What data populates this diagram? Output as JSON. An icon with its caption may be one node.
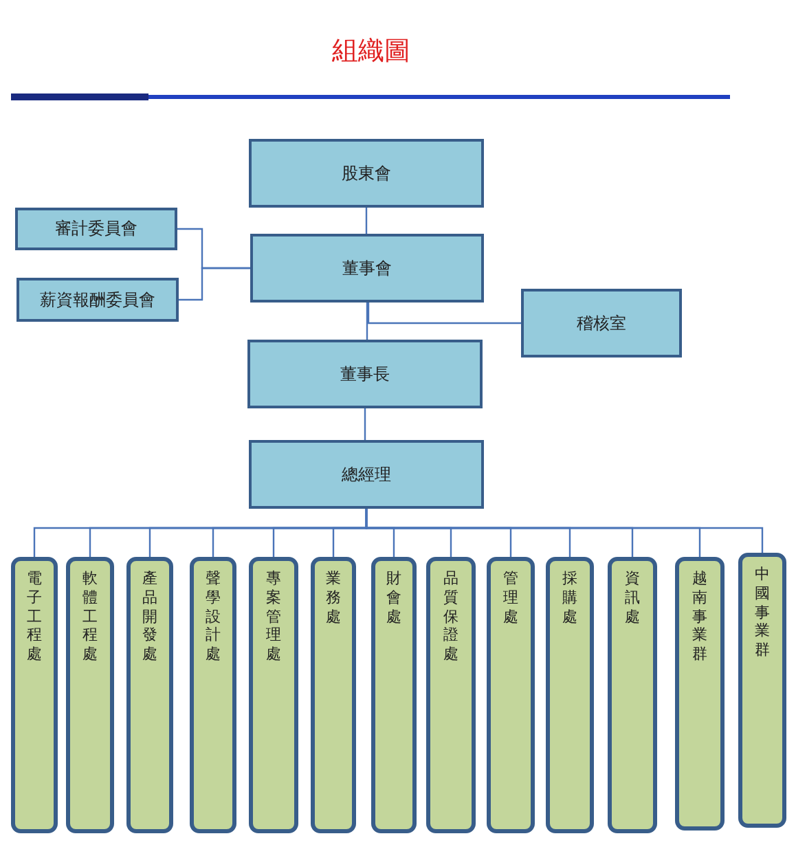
{
  "diagram": {
    "title": "組織圖",
    "nodes": [
      {
        "text": [
          "股東會"
        ]
      },
      {
        "text": [
          "審計委員會"
        ]
      },
      {
        "text": [
          "薪資報酬委員會"
        ]
      },
      {
        "text": [
          "董事會"
        ]
      },
      {
        "text": [
          "稽核室"
        ]
      },
      {
        "text": [
          "董事長"
        ]
      },
      {
        "text": [
          "總經理"
        ]
      },
      {
        "text": [
          "電子工程處"
        ]
      },
      {
        "text": [
          "軟體工程處"
        ]
      },
      {
        "text": [
          "產品開發處"
        ]
      },
      {
        "text": [
          "聲學設計處"
        ]
      },
      {
        "text": [
          "專案管理處"
        ]
      },
      {
        "text": [
          "業務處"
        ]
      },
      {
        "text": [
          "財會處"
        ]
      },
      {
        "text": [
          "品質保證處"
        ]
      },
      {
        "text": [
          "管理處"
        ]
      },
      {
        "text": [
          "採購處"
        ]
      },
      {
        "text": [
          "資訊處"
        ]
      },
      {
        "text": [
          "越南事業群"
        ]
      },
      {
        "text": [
          "中國事業群"
        ]
      }
    ],
    "edges": [
      {
        "from": 0,
        "to": 3,
        "arrow": "none"
      },
      {
        "from": 1,
        "to": 3,
        "arrow": "none"
      },
      {
        "from": 2,
        "to": 3,
        "arrow": "none"
      },
      {
        "from": 3,
        "to": 5,
        "arrow": "none"
      },
      {
        "from": 3,
        "to": 4,
        "arrow": "none"
      },
      {
        "from": 5,
        "to": 6,
        "arrow": "none"
      },
      {
        "from": 6,
        "to": 7,
        "arrow": "none"
      },
      {
        "from": 6,
        "to": 8,
        "arrow": "none"
      },
      {
        "from": 6,
        "to": 9,
        "arrow": "none"
      },
      {
        "from": 6,
        "to": 10,
        "arrow": "none"
      },
      {
        "from": 6,
        "to": 11,
        "arrow": "none"
      },
      {
        "from": 6,
        "to": 12,
        "arrow": "none"
      },
      {
        "from": 6,
        "to": 13,
        "arrow": "none"
      },
      {
        "from": 6,
        "to": 14,
        "arrow": "none"
      },
      {
        "from": 6,
        "to": 15,
        "arrow": "none"
      },
      {
        "from": 6,
        "to": 16,
        "arrow": "none"
      },
      {
        "from": 6,
        "to": 17,
        "arrow": "none"
      },
      {
        "from": 6,
        "to": 18,
        "arrow": "none"
      },
      {
        "from": 6,
        "to": 19,
        "arrow": "none"
      }
    ]
  }
}
